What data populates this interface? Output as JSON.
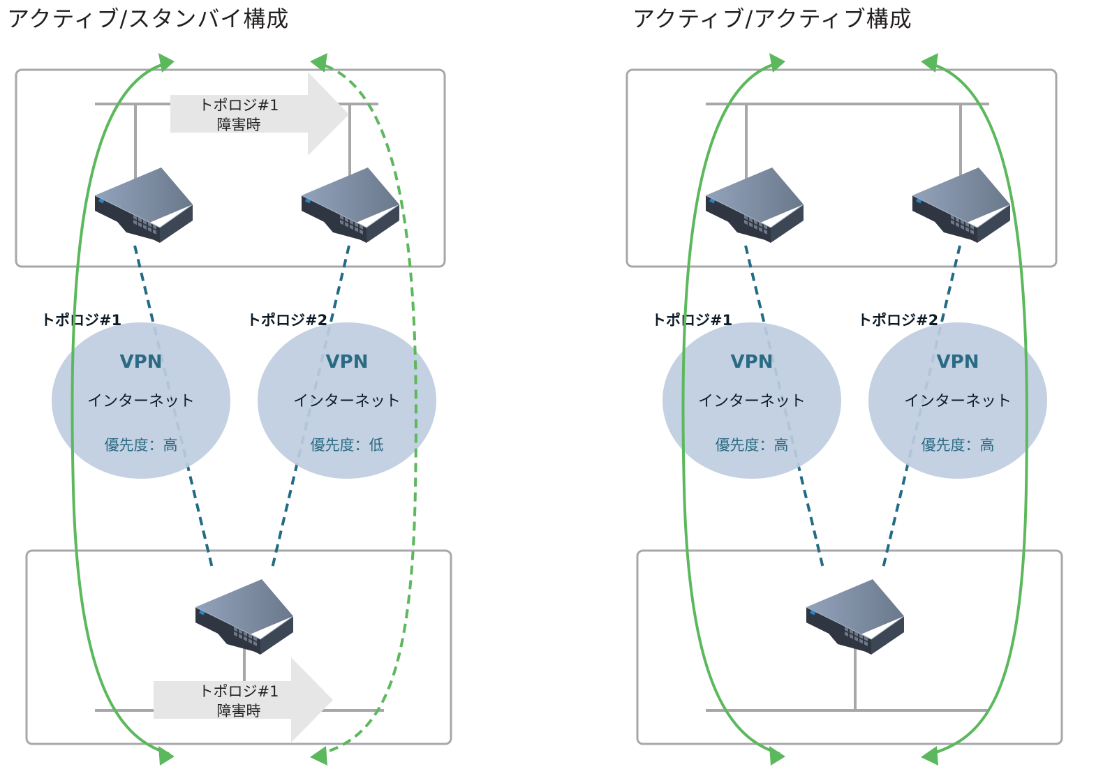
{
  "panels": [
    {
      "id": "active-standby",
      "title": "アクティブ/スタンバイ構成",
      "topologies": [
        {
          "label": "トポロジ#1",
          "network": "VPN",
          "medium": "インターネット",
          "priority": "優先度：高",
          "path_style": "solid"
        },
        {
          "label": "トポロジ#2",
          "network": "VPN",
          "medium": "インターネット",
          "priority": "優先度：低",
          "path_style": "dashed"
        }
      ],
      "failover_arrows": [
        {
          "line1": "トポロジ#1",
          "line2": "障害時"
        },
        {
          "line1": "トポロジ#1",
          "line2": "障害時"
        }
      ]
    },
    {
      "id": "active-active",
      "title": "アクティブ/アクティブ構成",
      "topologies": [
        {
          "label": "トポロジ#1",
          "network": "VPN",
          "medium": "インターネット",
          "priority": "優先度：高",
          "path_style": "solid"
        },
        {
          "label": "トポロジ#2",
          "network": "VPN",
          "medium": "インターネット",
          "priority": "優先度：高",
          "path_style": "solid"
        }
      ],
      "failover_arrows": []
    }
  ],
  "colors": {
    "path_green": "#5cb85c",
    "tunnel_blue": "#236b85",
    "cloud_fill": "#bfcde0",
    "site_border": "#a7a7aa",
    "failover_arrow": "#e6e6e6"
  }
}
